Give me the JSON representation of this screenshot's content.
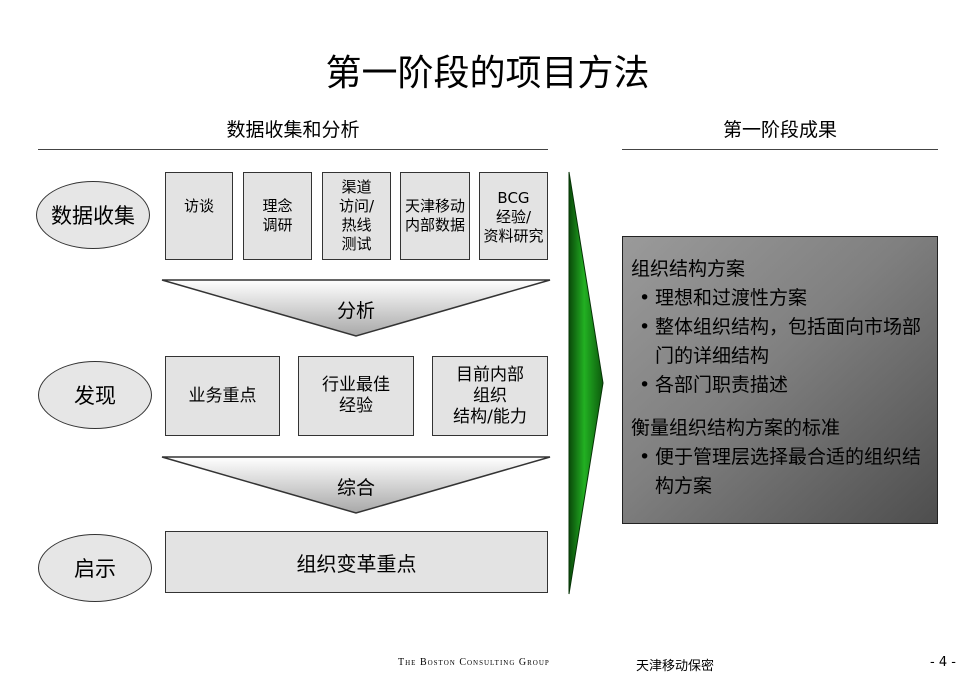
{
  "title": "第一阶段的项目方法",
  "left_section": {
    "header": "数据收集和分析"
  },
  "right_section": {
    "header": "第一阶段成果"
  },
  "rows": {
    "collect": {
      "label": "数据收集",
      "boxes": [
        "访谈",
        "理念\n调研",
        "渠道\n访问/\n热线\n测试",
        "天津移动\n内部数据",
        "BCG\n经验/\n资料研究"
      ]
    },
    "funnel1": "分析",
    "discover": {
      "label": "发现",
      "boxes": [
        "业务重点",
        "行业最佳\n经验",
        "目前内部\n组织\n结构/能力"
      ]
    },
    "funnel2": "综合",
    "insight": {
      "label": "启示",
      "box": "组织变革重点"
    }
  },
  "results": {
    "heading1": "组织结构方案",
    "bullets1": [
      "理想和过渡性方案",
      "整体组织结构，包括面向市场部门的详细结构",
      "各部门职责描述"
    ],
    "heading2": "衡量组织结构方案的标准",
    "bullets2": [
      "便于管理层选择最合适的组织结构方案"
    ]
  },
  "footer": {
    "brand": "The Boston Consulting Group",
    "confidential": "天津移动保密",
    "page": "- 4 -"
  },
  "colors": {
    "box_fill": "#e3e3e3",
    "arrow_green_light": "#22b022",
    "arrow_green_dark": "#0a4a0a",
    "results_fill": "#808080"
  }
}
